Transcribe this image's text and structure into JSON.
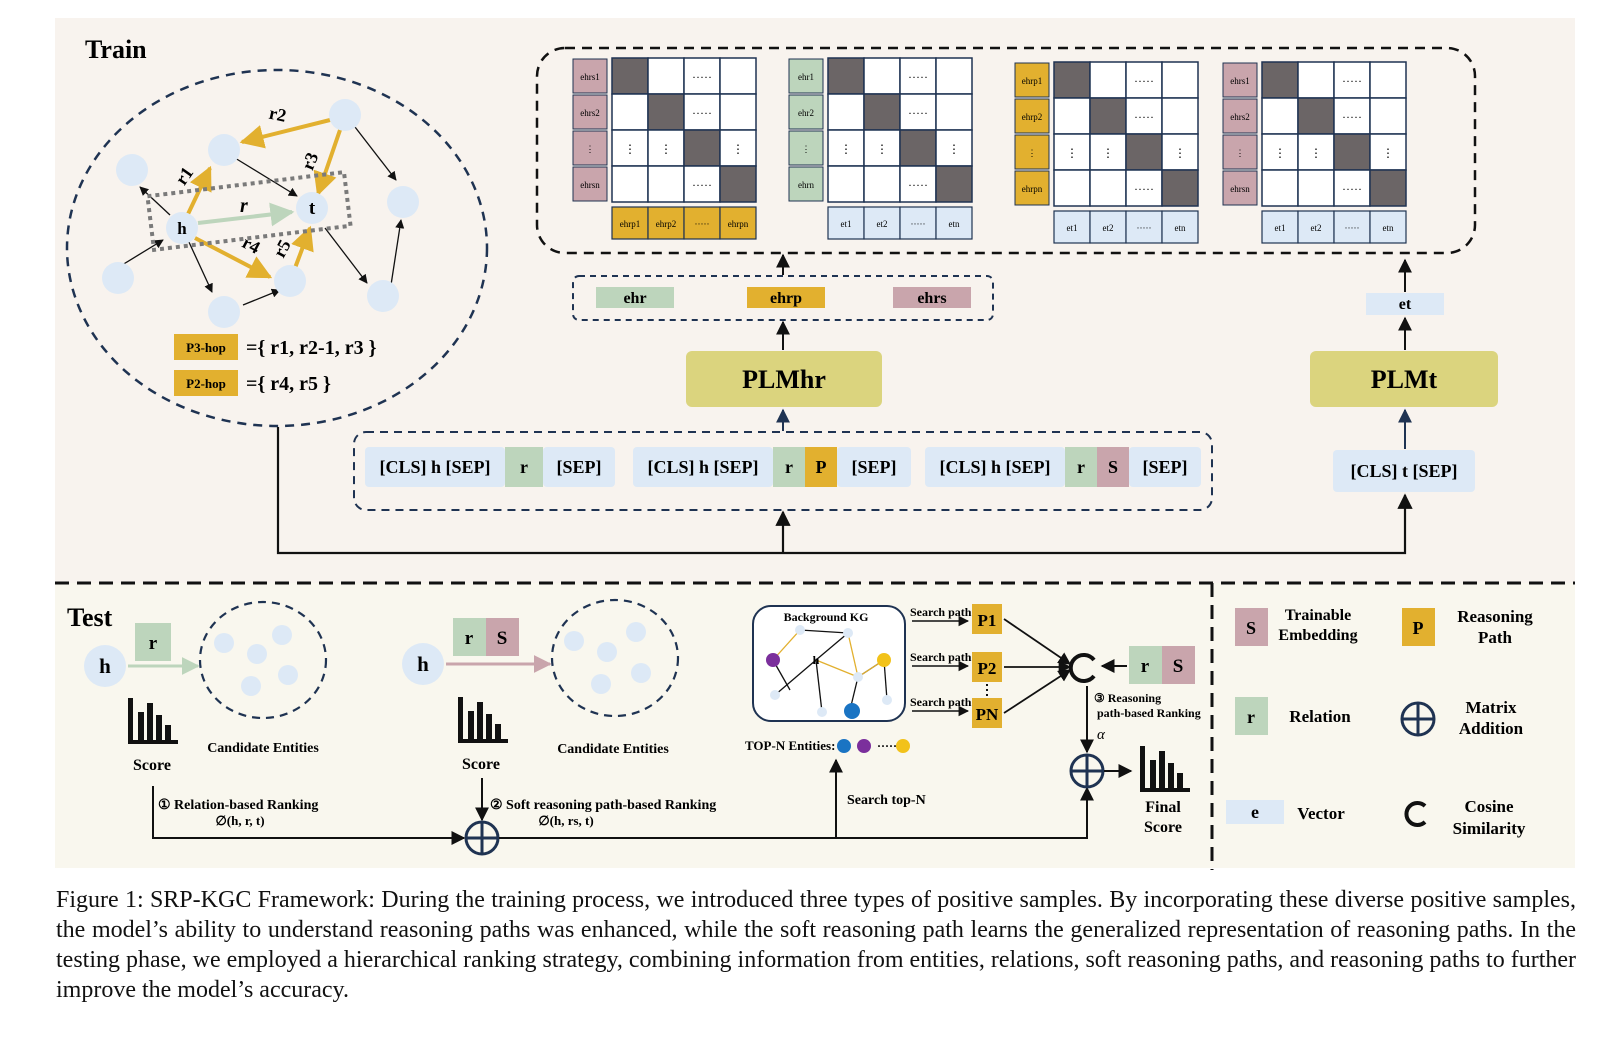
{
  "colors": {
    "train_bg": "#f8f3ee",
    "test_bg": "#f9f7ee",
    "light_blue": "#dde9f6",
    "green": "#bdd5bc",
    "gold": "#e2b02f",
    "mauve": "#c9a5ac",
    "plm": "#dbd47e",
    "dark_gray": "#6b6566",
    "navy": "#1f3352",
    "purple": "#7b2f9c",
    "blue_node": "#1a74c3",
    "yellow_node": "#f2c21a"
  },
  "train": {
    "title": "Train",
    "graph": {
      "h": "h",
      "t": "t",
      "r_main": "r",
      "r1": "r1",
      "r2": "r2",
      "r3": "r3",
      "r4": "r4",
      "r5": "r5",
      "p3": "P3-hop",
      "p3_def": "={ r1, r2-1, r3 }",
      "p2": "P2-hop",
      "p2_def": "={ r4, r5 }"
    },
    "matrices": [
      {
        "rows": [
          "ehrs1",
          "ehrs2",
          "⋮",
          "ehrsn"
        ],
        "cols": [
          "ehrp1",
          "ehrp2",
          "·····",
          "ehrpn"
        ]
      },
      {
        "rows": [
          "ehr1",
          "ehr2",
          "⋮",
          "ehrn"
        ],
        "cols": [
          "et1",
          "et2",
          "·····",
          "etn"
        ]
      },
      {
        "rows": [
          "ehrp1",
          "ehrp2",
          "⋮",
          "ehrpn"
        ],
        "cols": [
          "et1",
          "et2",
          "·····",
          "etn"
        ]
      },
      {
        "rows": [
          "ehrs1",
          "ehrs2",
          "⋮",
          "ehrsn"
        ],
        "cols": [
          "et1",
          "et2",
          "·····",
          "etn"
        ]
      }
    ],
    "embeddings": {
      "ehr": "ehr",
      "ehrp": "ehrp",
      "ehrs": "ehrs",
      "et": "et"
    },
    "plm_hr": "PLMhr",
    "plm_t": "PLMt",
    "inputs": {
      "cls_h_sep": "[CLS] h [SEP]",
      "r": "r",
      "p": "P",
      "s": "S",
      "sep": "[SEP]",
      "cls_t_sep": "[CLS] t [SEP]"
    }
  },
  "test": {
    "title": "Test",
    "h": "h",
    "r": "r",
    "s": "S",
    "candidate_entities": "Candidate Entities",
    "score": "Score",
    "step1": "① Relation-based Ranking",
    "step1_formula": "∅(h, r, t)",
    "step2": "② Soft reasoning path-based Ranking",
    "step2_formula": "∅(h, rs, t)",
    "background_kg": "Background KG",
    "kg_h": "h",
    "top_n": "TOP-N Entities:",
    "top_n_dots": "·····",
    "search_path": "Search path",
    "p1": "P1",
    "p2": "P2",
    "pn": "PN",
    "search_top_n": "Search top-N",
    "step3_a": "③ Reasoning",
    "step3_b": "path-based  Ranking",
    "alpha": "α",
    "final_score_a": "Final",
    "final_score_b": "Score"
  },
  "legend": {
    "s": "S",
    "s_label_a": "Trainable",
    "s_label_b": "Embedding",
    "p": "P",
    "p_label_a": "Reasoning",
    "p_label_b": "Path",
    "r": "r",
    "r_label": "Relation",
    "plus_label_a": "Matrix",
    "plus_label_b": "Addition",
    "e": "e",
    "e_label": "Vector",
    "cos_label_a": "Cosine",
    "cos_label_b": "Similarity"
  },
  "caption": "Figure 1: SRP-KGC Framework: During the training process, we introduced three types of positive samples. By incorporating these diverse positive samples, the model’s ability to understand reasoning paths was enhanced, while the soft reasoning path learns the generalized representation of reasoning paths. In the testing phase, we employed a hierarchical ranking strategy, combining information from entities, relations, soft reasoning paths, and reasoning paths to further improve the model’s accuracy."
}
